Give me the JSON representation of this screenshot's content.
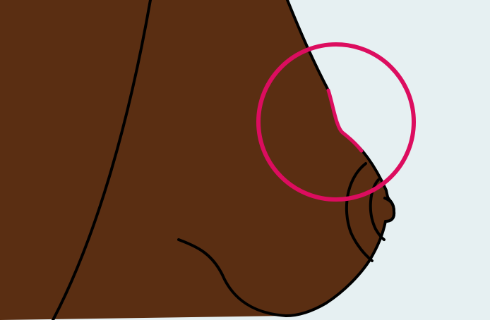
{
  "colors": {
    "background": "#e6f0f2",
    "skin": "#5a2e12",
    "outline": "#000000",
    "highlight": "#dc0d5f"
  },
  "figure": {
    "subject": "breast-side-profile-illustration",
    "highlight_shape": "circle",
    "highlighted_feature": "dimpling-on-breast-contour"
  }
}
